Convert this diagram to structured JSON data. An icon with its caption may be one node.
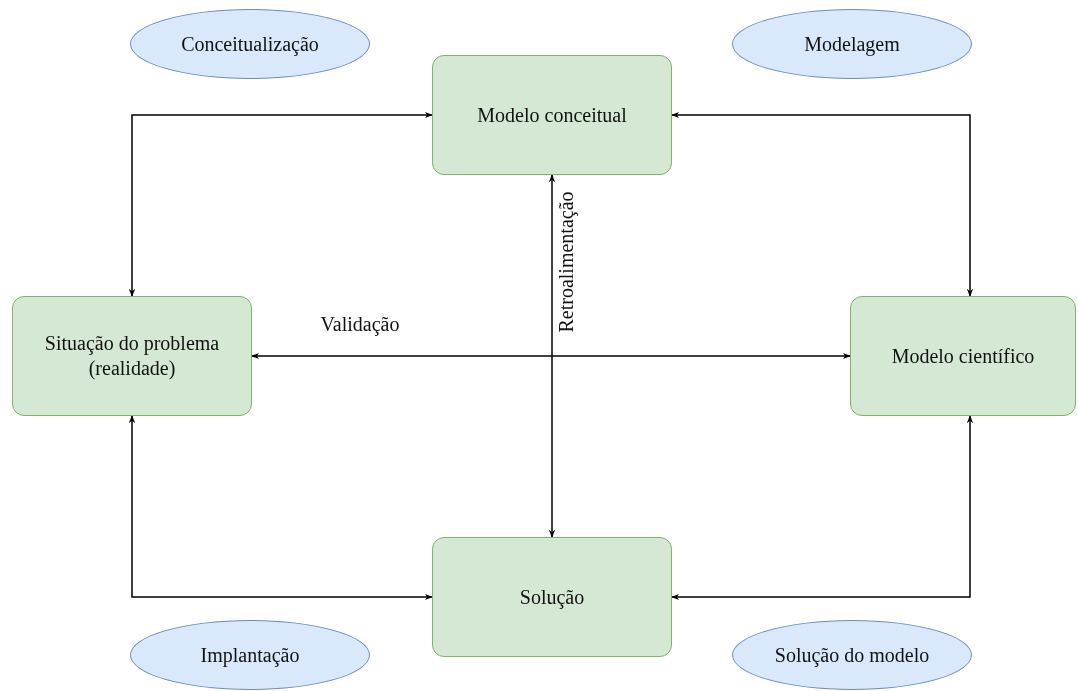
{
  "diagram": {
    "nodes": [
      {
        "text": [
          "Conceitualização"
        ]
      },
      {
        "text": [
          "Modelagem"
        ]
      },
      {
        "text": [
          "Modelo conceitual"
        ]
      },
      {
        "text": [
          "Situação do problema (realidade)"
        ]
      },
      {
        "text": [
          "Modelo científico"
        ]
      },
      {
        "text": [
          "Solução"
        ]
      },
      {
        "text": [
          "Implantação"
        ]
      },
      {
        "text": [
          "Solução do modelo"
        ]
      }
    ],
    "edges": [
      {
        "from": 3,
        "to": 2,
        "arrow": "both"
      },
      {
        "from": 2,
        "to": 4,
        "arrow": "both"
      },
      {
        "from": 3,
        "to": 5,
        "arrow": "both"
      },
      {
        "from": 5,
        "to": 4,
        "arrow": "both"
      },
      {
        "from": 3,
        "to": 4,
        "arrow": "both",
        "label": "Validação"
      },
      {
        "from": 2,
        "to": 5,
        "arrow": "both",
        "label": "Retroalimentação"
      }
    ]
  }
}
